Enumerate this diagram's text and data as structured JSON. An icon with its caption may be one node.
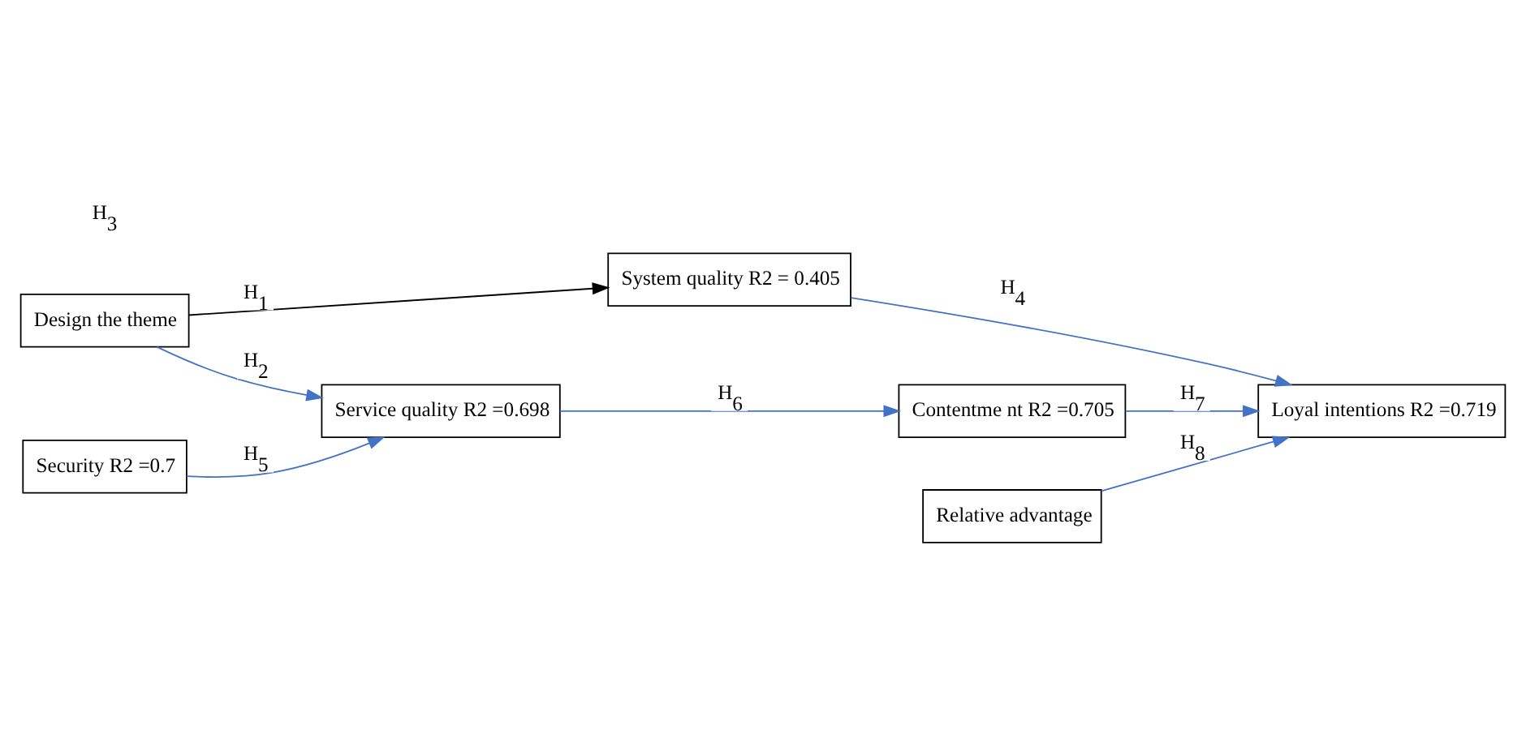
{
  "diagram": {
    "nodes": [
      {
        "text": [
          "Design the theme"
        ]
      },
      {
        "text": [
          "System quality R2 = 0.405"
        ]
      },
      {
        "text": [
          "Service quality R2 =0.698"
        ]
      },
      {
        "text": [
          "Security R2 =0.7"
        ]
      },
      {
        "text": [
          "Relative advantage"
        ]
      },
      {
        "text": [
          "Contentme nt R2 =0.705"
        ]
      },
      {
        "text": [
          "Loyal intentions R2 =0.719"
        ]
      }
    ],
    "edges": [
      {
        "from": 0,
        "to": 1,
        "arrow": "to",
        "label": "H$_{1}$",
        "color": "#000000"
      },
      {
        "from": 1,
        "to": 6,
        "arrow": "to",
        "label": "H$_{4}$"
      },
      {
        "from": 0,
        "to": 2,
        "arrow": "to",
        "label": "H$_{2}$"
      },
      {
        "from": 2,
        "to": 5,
        "arrow": "to",
        "label": "H$_{6}$"
      },
      {
        "from": 5,
        "to": 6,
        "arrow": "to",
        "label": "H$_{7}$"
      },
      {
        "from": 3,
        "to": 2,
        "arrow": "to",
        "label": "H$_{5}$"
      },
      {
        "from": 4,
        "to": 6,
        "arrow": "to",
        "label": "H$_{8}$"
      }
    ],
    "labels": [
      "H$_{3}$"
    ]
  }
}
